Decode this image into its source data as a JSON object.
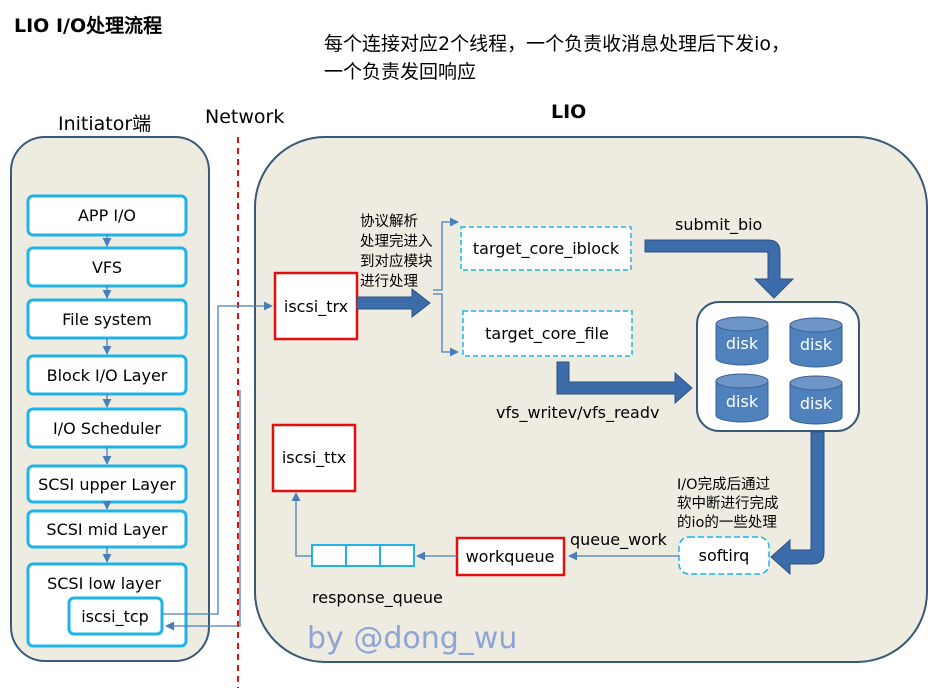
{
  "title": "LIO I/O处理流程",
  "note": {
    "line1": "每个连接对应2个线程，一个负责收消息处理后下发io，",
    "line2": "一个负责发回响应"
  },
  "sections": {
    "initiator": "Initiator端",
    "network": "Network",
    "lio": "LIO"
  },
  "initiator_stack": [
    "APP I/O",
    "VFS",
    "File system",
    "Block I/O Layer",
    "I/O Scheduler",
    "SCSI upper Layer",
    "SCSI mid Layer",
    "SCSI low layer"
  ],
  "iscsi_tcp": "iscsi_tcp",
  "iscsi_trx": "iscsi_trx",
  "iscsi_ttx": "iscsi_ttx",
  "trx_note": [
    "协议解析",
    "处理完进入",
    "到对应模块",
    "进行处理"
  ],
  "target_core_iblock": "target_core_iblock",
  "target_core_file": "target_core_file",
  "submit_bio": "submit_bio",
  "vfs_io": "vfs_writev/vfs_readv",
  "disks": [
    "disk",
    "disk",
    "disk",
    "disk"
  ],
  "softirq_note": [
    "I/O完成后通过",
    "软中断进行完成",
    "的io的一些处理"
  ],
  "softirq": "softirq",
  "queue_work": "queue_work",
  "workqueue": "workqueue",
  "response_queue": "response_queue",
  "watermark": "by @dong_wu",
  "colors": {
    "panel_fill": "#EEECE1",
    "panel_border": "#3A5878",
    "box_border": "#1FB3E8",
    "red_border": "#E01010",
    "arrow_blue": "#3C6CAA",
    "thin_arrow": "#4A7EBB",
    "disk_fill": "#4F81BD",
    "watermark": "#8DA4D6"
  }
}
